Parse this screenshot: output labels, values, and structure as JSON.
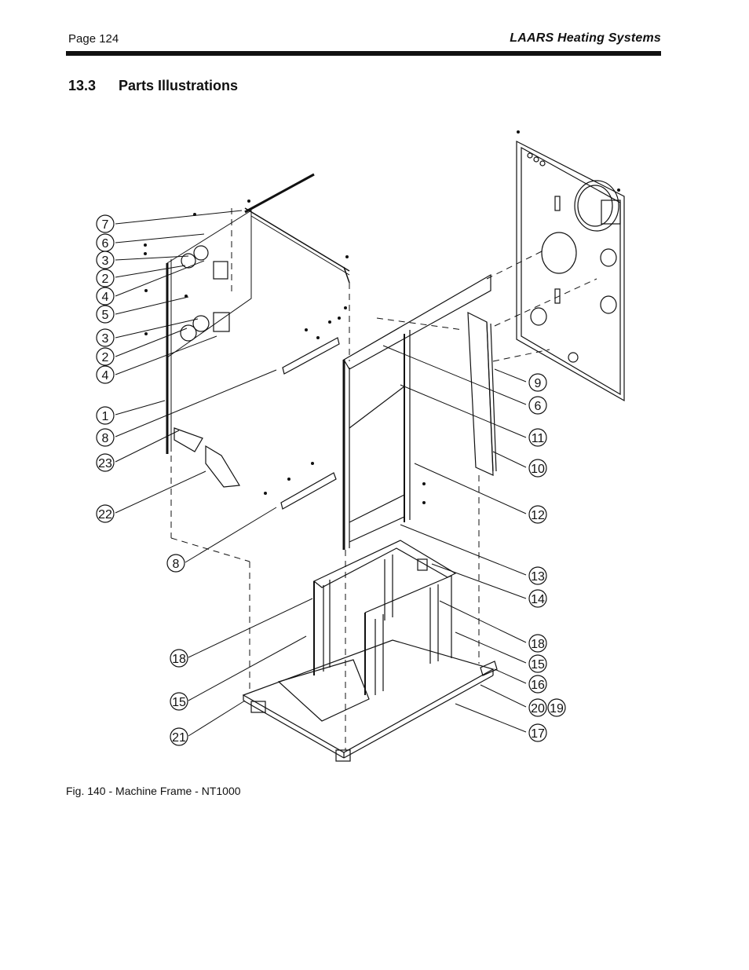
{
  "header": {
    "page_number": "Page 124",
    "brand": "LAARS Heating Systems"
  },
  "section": {
    "number": "13.3",
    "title": "Parts Illustrations"
  },
  "figure": {
    "caption": "Fig. 140 -  Machine Frame - NT1000",
    "callouts_left": [
      "7",
      "6",
      "3",
      "2",
      "4",
      "5",
      "3",
      "2",
      "4",
      "1",
      "8",
      "23",
      "22",
      "8",
      "18",
      "15",
      "21"
    ],
    "callouts_right": [
      "9",
      "6",
      "11",
      "10",
      "12",
      "13",
      "14",
      "18",
      "15",
      "16",
      "20",
      "19",
      "17"
    ]
  }
}
